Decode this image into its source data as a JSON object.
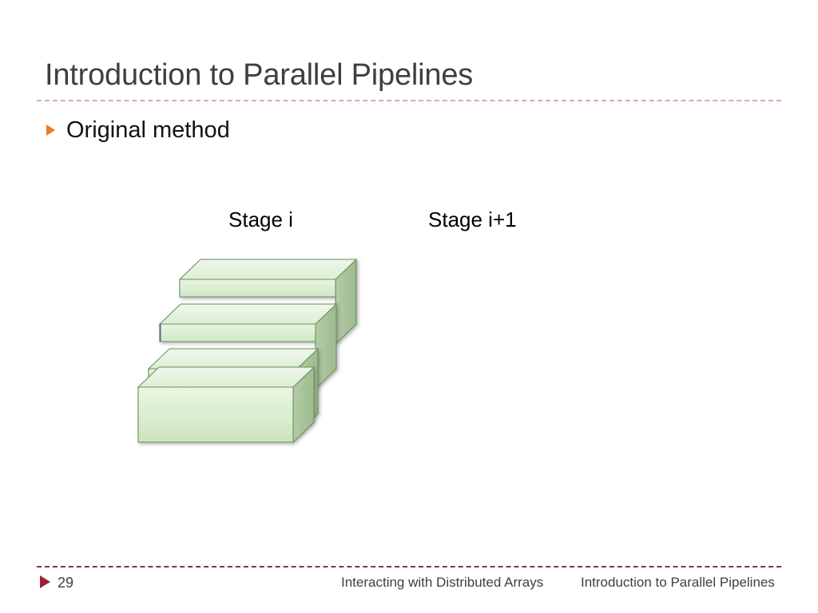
{
  "slide": {
    "title": "Introduction to Parallel Pipelines",
    "bullets": [
      {
        "marker": "triangle-right-icon",
        "text": "Original method"
      }
    ],
    "colors": {
      "title_text": "#3f3f3f",
      "title_rule": "#d4a9b0",
      "bullet_marker": "#ed7d21",
      "footer_rule": "#9e2b37",
      "footer_marker": "#9e2233",
      "footer_text": "#3f3f3f",
      "box_top_face": "#e4f0de",
      "box_front_face": "#d7ead0",
      "box_right_face": "#a9c49c",
      "box_outline": "#6d8f5e",
      "edge_highlight": "#4a6b93"
    }
  },
  "diagram": {
    "name": "parallel-pipeline-stage-stack",
    "stage_labels": [
      "Stage i",
      "Stage i+1"
    ],
    "stack": {
      "count": 4,
      "items": [
        {
          "index": 1,
          "label": ""
        },
        {
          "index": 2,
          "label": ""
        },
        {
          "index": 3,
          "label": ""
        },
        {
          "index": 4,
          "label": ""
        }
      ]
    }
  },
  "footer": {
    "marker": "triangle-right-icon",
    "page_number": "29",
    "deck_title": "Interacting with Distributed Arrays",
    "slide_title": "Introduction to Parallel Pipelines"
  }
}
